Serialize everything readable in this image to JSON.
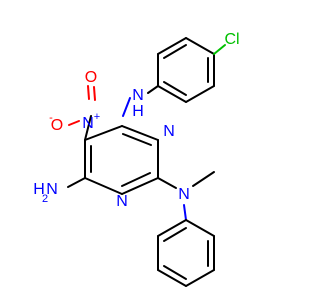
{
  "molecule": {
    "atoms": {
      "cl": "Cl",
      "nh_top": "N",
      "h_top": "H",
      "n_plus": "N",
      "n_plus_charge": "+",
      "o_top": "O",
      "o_minus": "O",
      "o_minus_charge": "-",
      "ring_n_top": "N",
      "ring_n_bottom": "N",
      "nh2_h": "H",
      "nh2_n": "N",
      "nh2_sub": "2",
      "n_methyl": "N"
    },
    "colors": {
      "nitrogen": "#0000FF",
      "oxygen": "#FF0000",
      "chlorine": "#00C000",
      "carbon": "#000000",
      "background": "#FFFFFF"
    }
  }
}
